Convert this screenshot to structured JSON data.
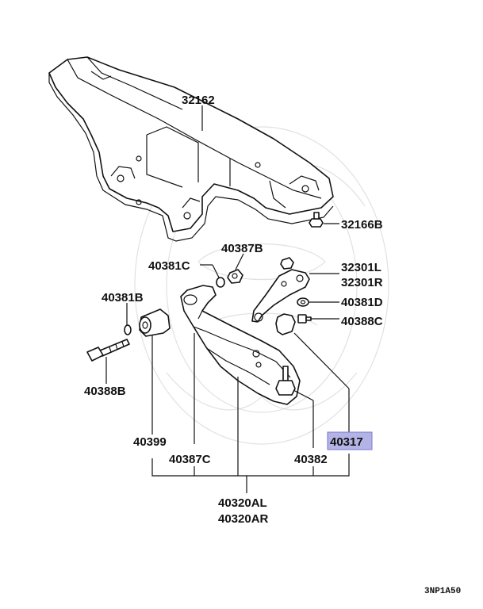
{
  "labels": {
    "p32162": "32162",
    "p32166b": "32166B",
    "p40387b": "40387B",
    "p40381c": "40381C",
    "p32301l": "32301L",
    "p32301r": "32301R",
    "p40381b": "40381B",
    "p40381d": "40381D",
    "p40388c": "40388C",
    "p40388b": "40388B",
    "p40399": "40399",
    "p40387c": "40387C",
    "p40382": "40382",
    "p40317": "40317",
    "p40320al": "40320AL",
    "p40320ar": "40320AR"
  },
  "reference": "3NP1A50",
  "colors": {
    "highlight_fill": "#b3b3e6",
    "line": "#111111"
  }
}
